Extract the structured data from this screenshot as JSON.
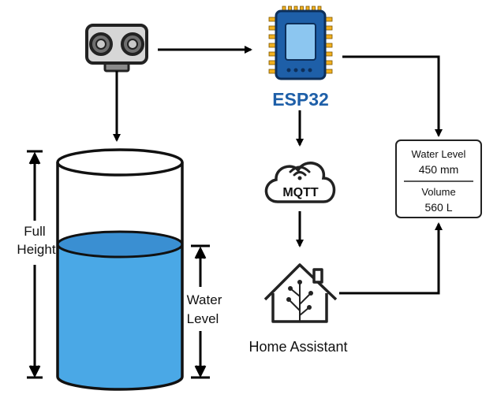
{
  "tank": {
    "full_height_label_line1": "Full",
    "full_height_label_line2": "Height",
    "water_level_label_line1": "Water",
    "water_level_label_line2": "Level",
    "water_color": "#4AA8E6",
    "water_top_color": "#3A8FD2"
  },
  "controller": {
    "label": "ESP32",
    "chip_color": "#1E5FA8",
    "pin_color": "#F2B01E",
    "label_color": "#1E5FA8"
  },
  "broker": {
    "label": "MQTT"
  },
  "home": {
    "label": "Home Assistant"
  },
  "readout": {
    "level_label": "Water Level",
    "level_value": "450 mm",
    "volume_label": "Volume",
    "volume_value": "560 L"
  }
}
